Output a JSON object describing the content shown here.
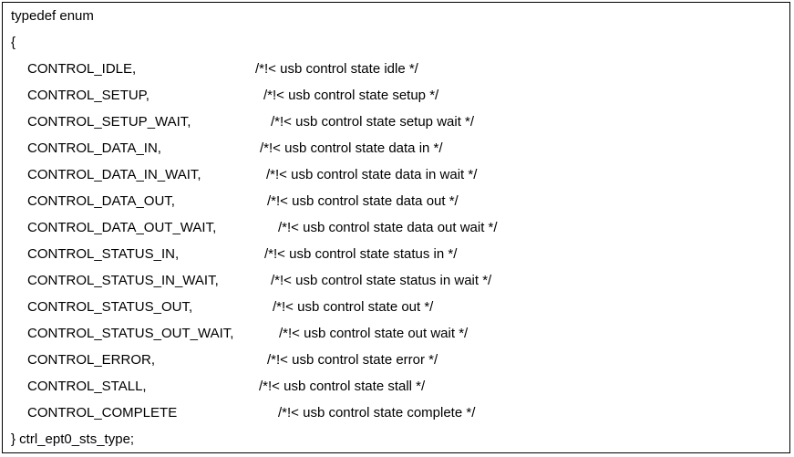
{
  "header": "typedef enum",
  "open_brace": "{",
  "members": [
    {
      "name": "CONTROL_IDLE,",
      "comment": "/*!< usb control state idle */"
    },
    {
      "name": "CONTROL_SETUP,",
      "comment": "/*!< usb control state setup */"
    },
    {
      "name": "CONTROL_SETUP_WAIT,",
      "comment": "/*!< usb control state setup wait */"
    },
    {
      "name": "CONTROL_DATA_IN,",
      "comment": "/*!< usb control state data in */"
    },
    {
      "name": "CONTROL_DATA_IN_WAIT,",
      "comment": "/*!< usb control state data in wait */"
    },
    {
      "name": "CONTROL_DATA_OUT,",
      "comment": "/*!< usb control state data out */"
    },
    {
      "name": "CONTROL_DATA_OUT_WAIT,",
      "comment": "/*!< usb control state data out wait */"
    },
    {
      "name": "CONTROL_STATUS_IN,",
      "comment": "/*!< usb control state status in */"
    },
    {
      "name": "CONTROL_STATUS_IN_WAIT,",
      "comment": "/*!< usb control state status in wait */"
    },
    {
      "name": "CONTROL_STATUS_OUT,",
      "comment": "/*!< usb control state out */"
    },
    {
      "name": "CONTROL_STATUS_OUT_WAIT,",
      "comment": "/*!< usb control state out wait */"
    },
    {
      "name": "CONTROL_ERROR,",
      "comment": "/*!< usb control state error */"
    },
    {
      "name": "CONTROL_STALL,",
      "comment": "/*!< usb control state stall */"
    },
    {
      "name": "CONTROL_COMPLETE",
      "comment": "/*!< usb control state complete */"
    }
  ],
  "footer": "} ctrl_ept0_sts_type;"
}
